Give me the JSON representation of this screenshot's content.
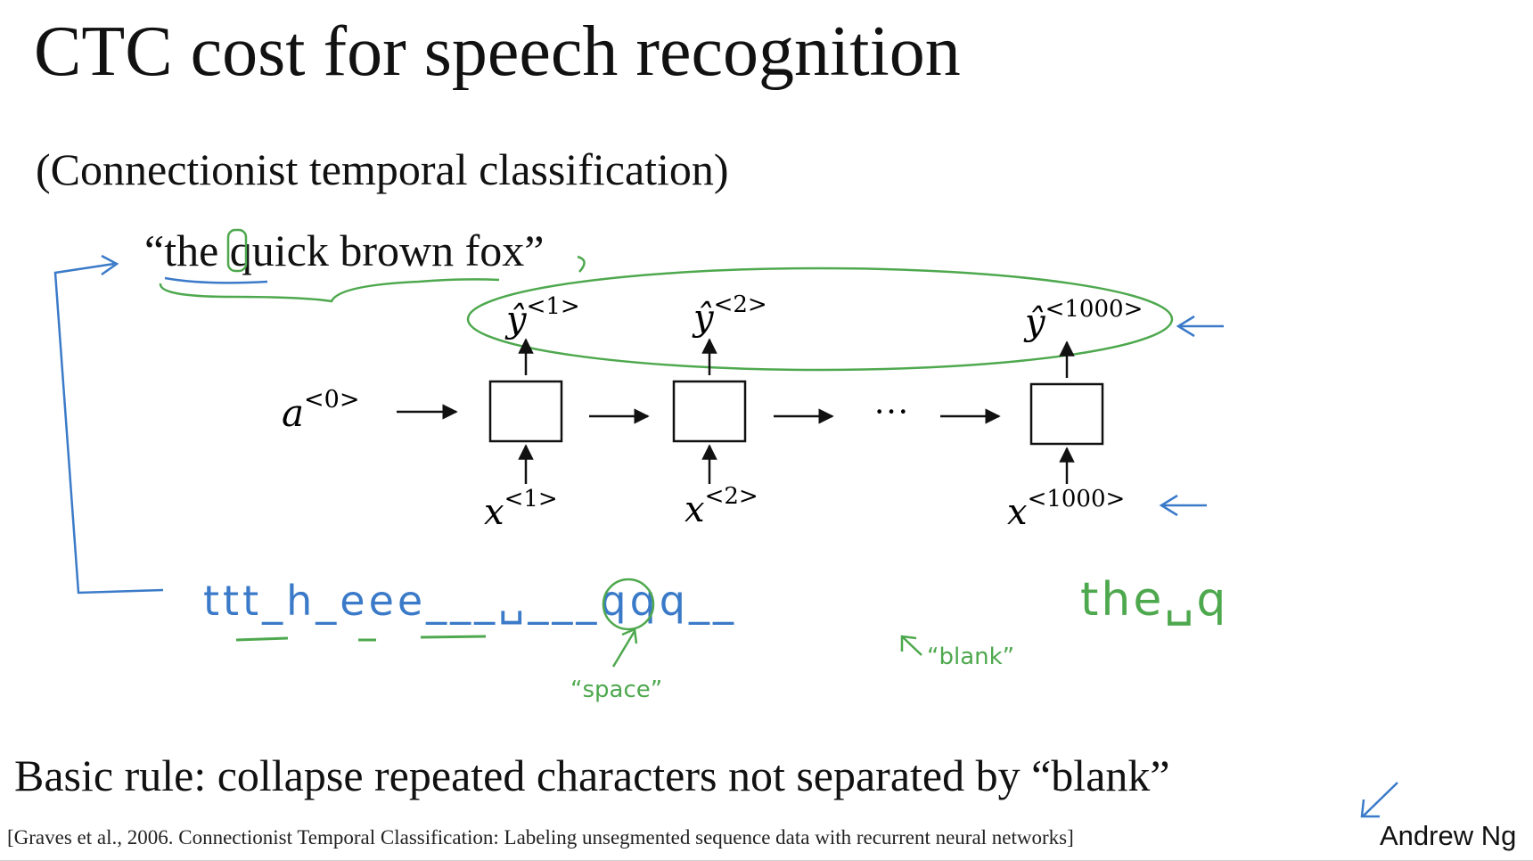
{
  "slide": {
    "title": "CTC cost for speech recognition",
    "subtitle": "(Connectionist temporal classification)",
    "quote": "“the quick brown fox”",
    "basic_rule": "Basic rule: collapse repeated characters not separated by “blank”",
    "citation": "[Graves et al., 2006. Connectionist Temporal Classification: Labeling unsegmented sequence data with recurrent neural networks]",
    "author": "Andrew Ng"
  },
  "rnn": {
    "initial_activation": {
      "base": "a",
      "sup": "<0>"
    },
    "ellipsis": "···",
    "outputs": [
      {
        "base": "ŷ",
        "sup": "<1>"
      },
      {
        "base": "ŷ",
        "sup": "<2>"
      },
      {
        "base": "ŷ",
        "sup": "<1000>"
      }
    ],
    "inputs": [
      {
        "base": "x",
        "sup": "<1>"
      },
      {
        "base": "x",
        "sup": "<2>"
      },
      {
        "base": "x",
        "sup": "<1000>"
      }
    ]
  },
  "annotations": {
    "sequence": "ttt_h_eee___␣___qqq__",
    "space_label": "“space”",
    "blank_label": "“blank”",
    "collapsed": "the␣q",
    "colors": {
      "blue": "#3a7ac8",
      "green": "#4ea84e",
      "ink": "#111111"
    }
  }
}
